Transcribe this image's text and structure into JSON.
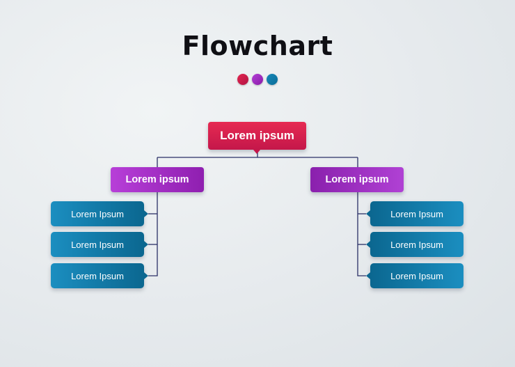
{
  "title": "Flowchart",
  "indicator_dots": [
    {
      "name": "crimson",
      "color": "#d41f4b"
    },
    {
      "name": "purple",
      "color": "#a22fc6"
    },
    {
      "name": "blue",
      "color": "#127aa8"
    }
  ],
  "root": {
    "label": "Lorem ipsum",
    "color": "#d41f4b"
  },
  "branches": [
    {
      "label": "Lorem ipsum",
      "color": "#a22fc6",
      "children": [
        "Lorem Ipsum",
        "Lorem Ipsum",
        "Lorem Ipsum"
      ]
    },
    {
      "label": "Lorem ipsum",
      "color": "#9d2cc2",
      "children": [
        "Lorem Ipsum",
        "Lorem Ipsum",
        "Lorem Ipsum"
      ]
    }
  ],
  "leaf_color": "#127aa8",
  "connector_color": "#2a2f66"
}
